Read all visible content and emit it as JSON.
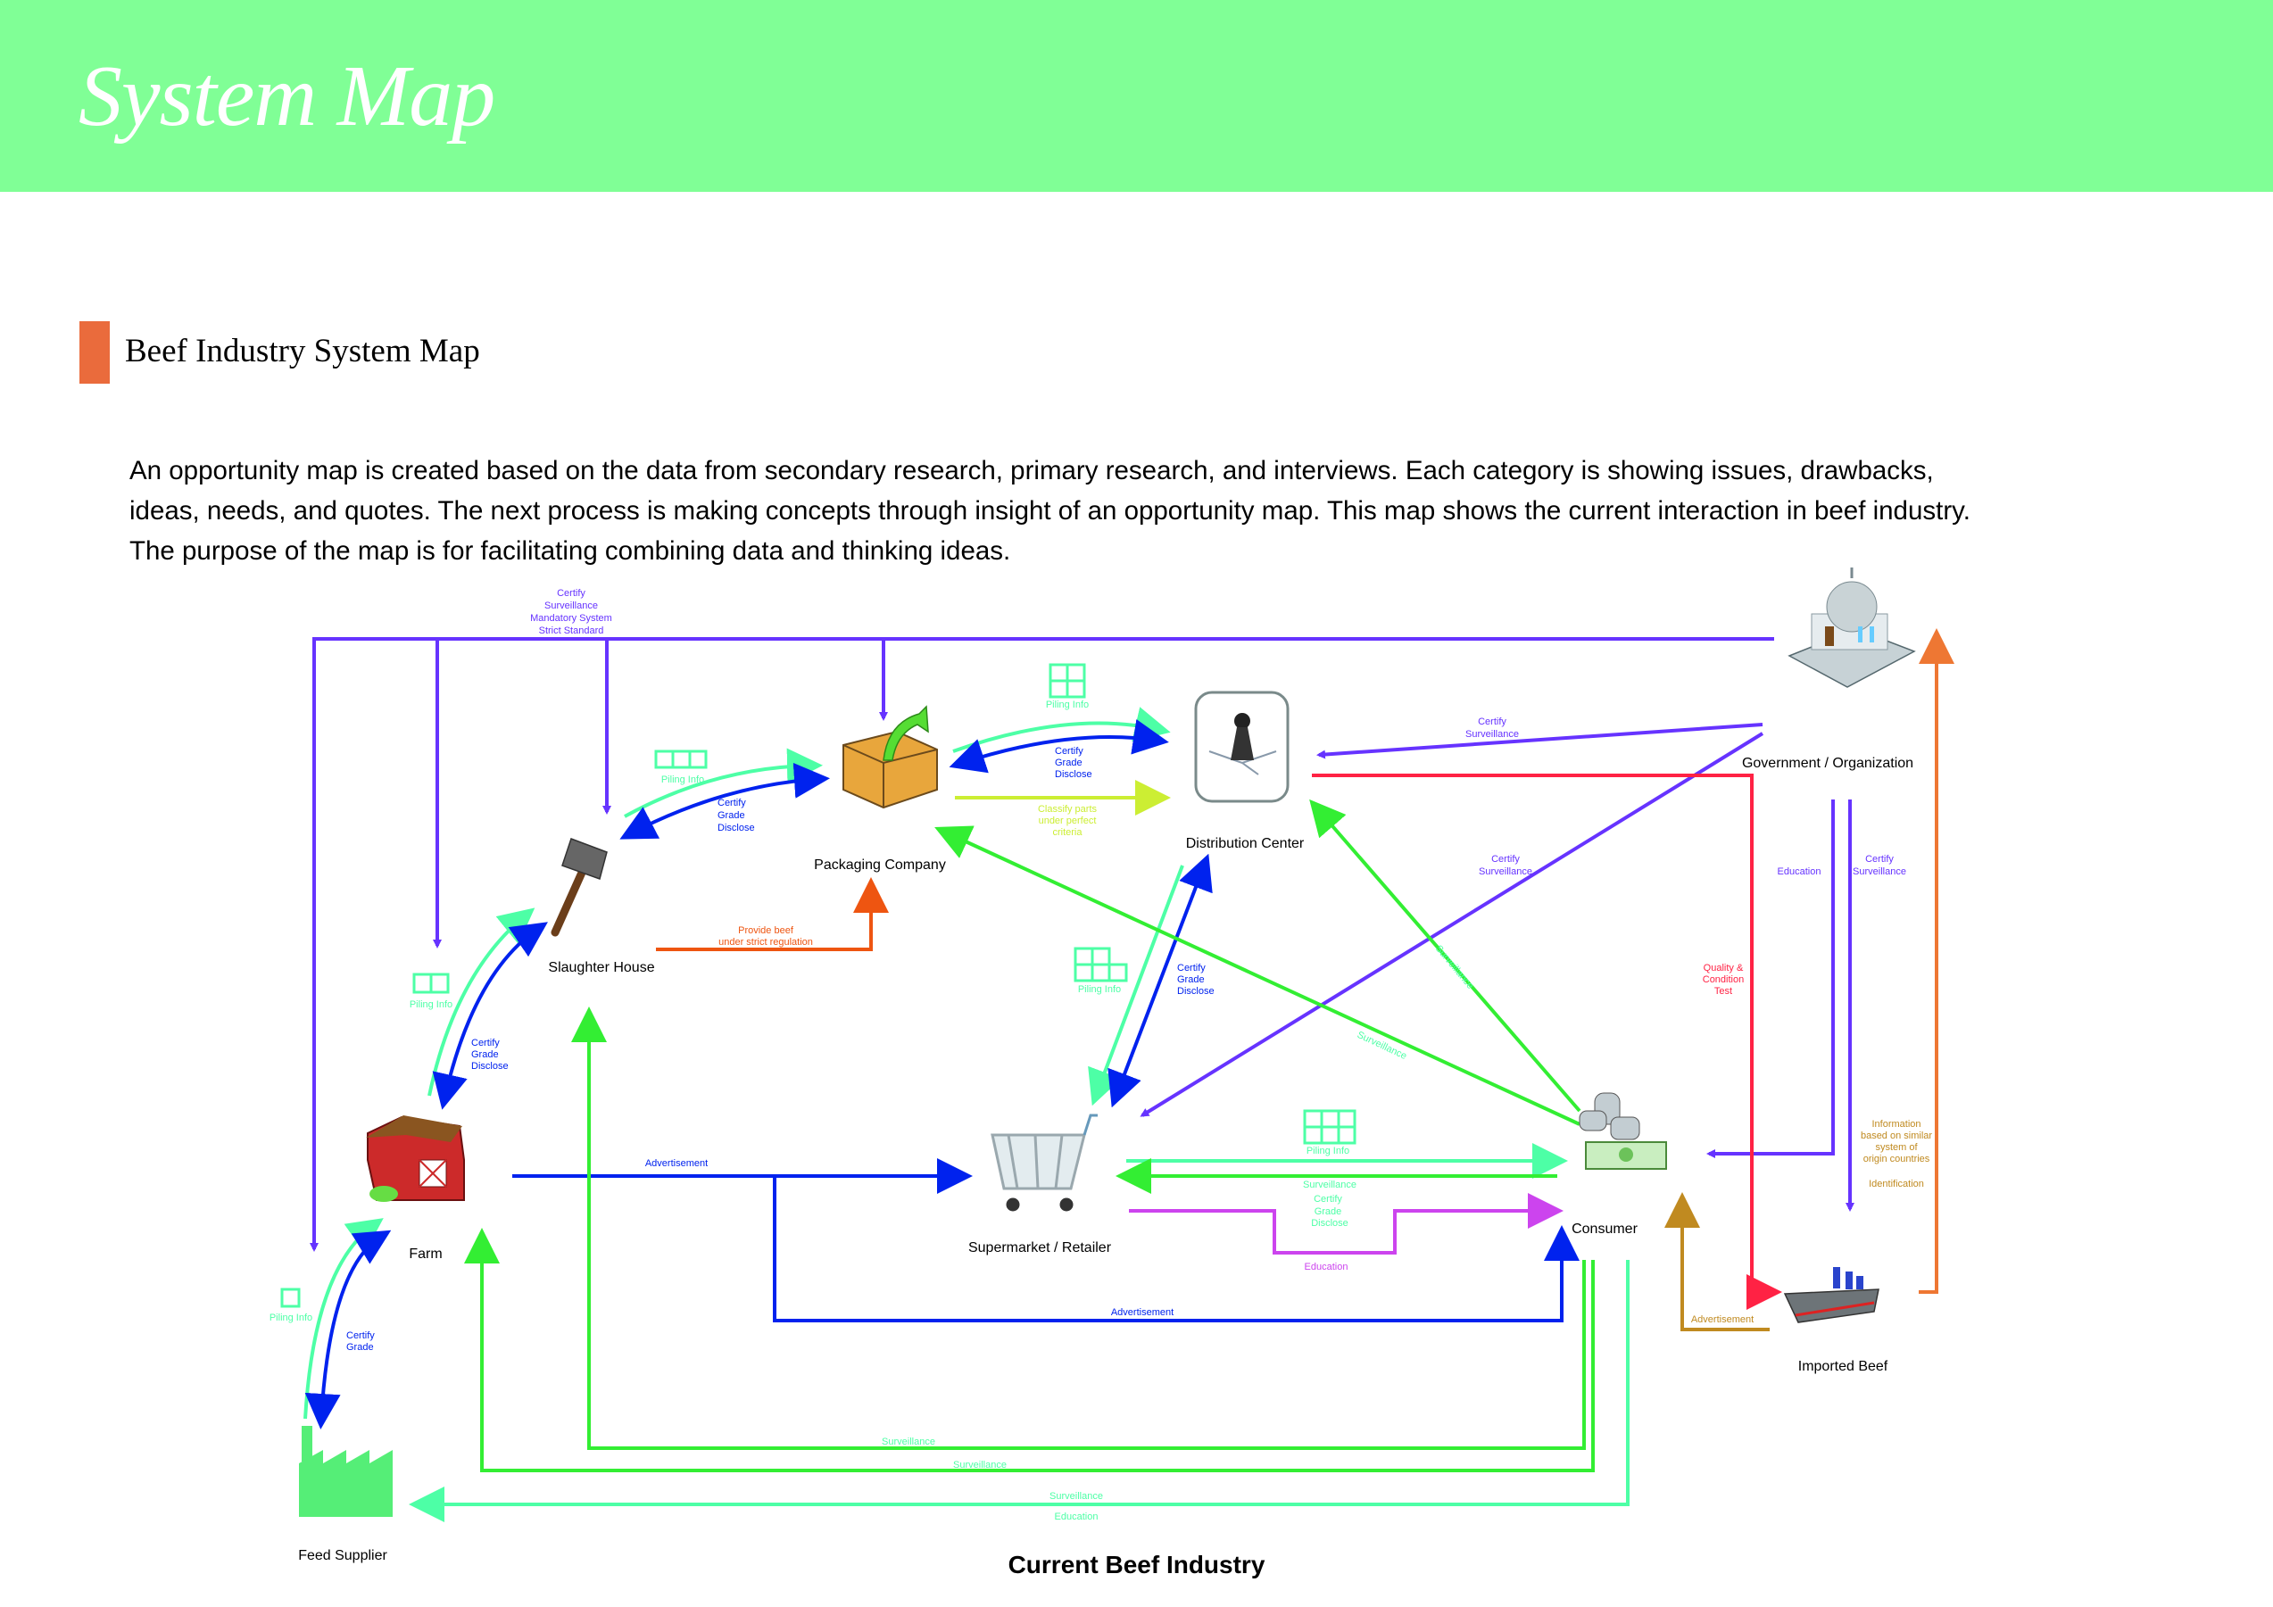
{
  "page": {
    "banner_title": "System Map",
    "section_title": "Beef Industry System Map",
    "intro_lines": [
      "An opportunity map is created based on the data from secondary research, primary research, and interviews. Each category is showing issues, drawbacks,",
      "ideas, needs, and quotes. The next process is making concepts through insight of an opportunity map. This map shows the current interaction in beef industry.",
      "The purpose of the map is for facilitating combining data and thinking ideas."
    ],
    "diagram_caption": "Current Beef Industry"
  },
  "colors": {
    "banner": "#80ff96",
    "section_bar": "#ea6b3c",
    "government_flow": "#6633ff",
    "certify_flow": "#0022ee",
    "piling_flow": "#4dffa6",
    "surveillance_flow": "#33ee33",
    "classify_flow": "#ccee33",
    "provide_flow": "#ee5511",
    "quality_flow": "#ff2244",
    "education_flow": "#cc44ee",
    "imported_info_flow": "#ee7733",
    "advertisement_brown": "#c08a20"
  },
  "nodes": {
    "packaging": {
      "label": "Packaging Company",
      "icon": "box-icon"
    },
    "distribution": {
      "label": "Distribution Center",
      "icon": "pawn-icon"
    },
    "government": {
      "label": "Government / Organization",
      "icon": "capitol-building-icon"
    },
    "slaughter": {
      "label": "Slaughter House",
      "icon": "axe-icon"
    },
    "farm": {
      "label": "Farm",
      "icon": "barn-icon"
    },
    "supermarket": {
      "label": "Supermarket / Retailer",
      "icon": "shopping-cart-icon"
    },
    "consumer": {
      "label": "Consumer",
      "icon": "money-icon"
    },
    "imported": {
      "label": "Imported Beef",
      "icon": "ship-icon"
    },
    "feed": {
      "label": "Feed Supplier",
      "icon": "factory-icon"
    }
  },
  "labels": {
    "gov_top": [
      "Certify",
      "Surveillance",
      "Mandatory System",
      "Strict Standard"
    ],
    "piling_info": "Piling Info",
    "certify_grade_disclose": [
      "Certify",
      "Grade",
      "Disclose"
    ],
    "certify_grade": [
      "Certify",
      "Grade"
    ],
    "classify": [
      "Classify parts",
      "under perfect",
      "criteria"
    ],
    "provide_beef": [
      "Provide beef",
      "under strict regulation"
    ],
    "gov_to_dc": [
      "Certify",
      "Surveillance"
    ],
    "gov_to_super": [
      "Certify",
      "Surveillance"
    ],
    "gov_education": "Education",
    "gov_to_imported": [
      "Certify",
      "Surveillance"
    ],
    "quality_test": [
      "Quality &",
      "Condition",
      "Test"
    ],
    "imported_info": [
      "Information",
      "based on similar",
      "system of",
      "origin countries",
      "",
      "Identification"
    ],
    "surveillance": "Surveillance",
    "education": "Education",
    "advertisement": "Advertisement",
    "consumer_super_labels": [
      "Surveillance",
      "Certify",
      "Grade",
      "Disclose"
    ]
  }
}
